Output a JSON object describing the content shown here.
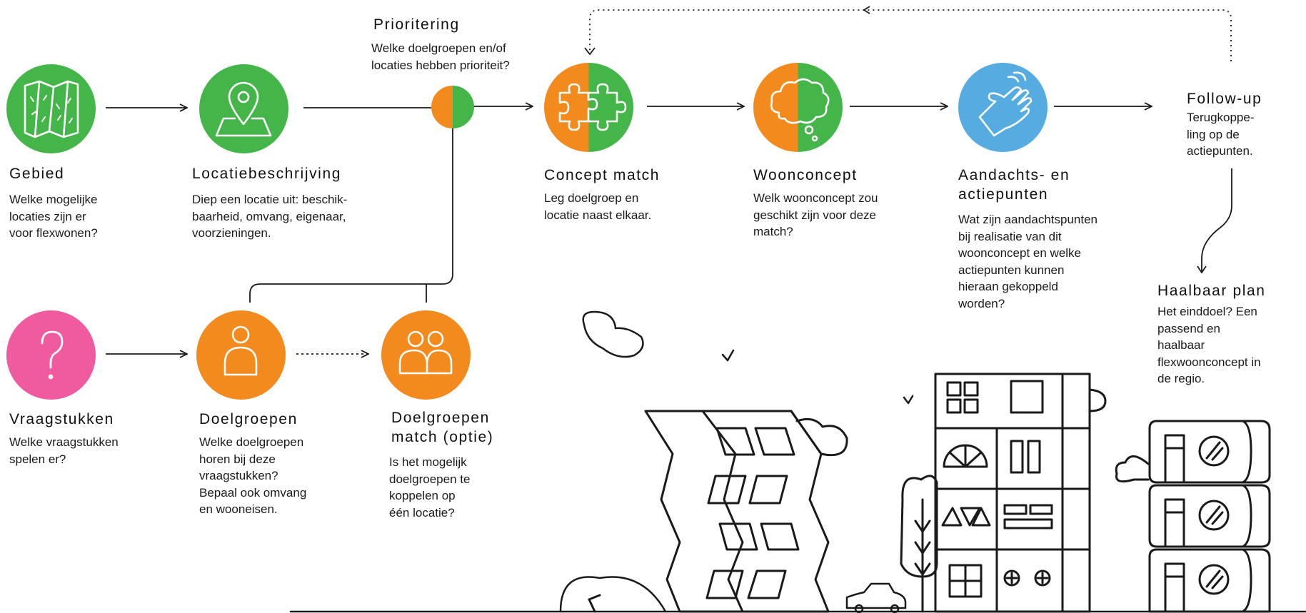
{
  "colors": {
    "green": "#44b649",
    "orange": "#f28a1e",
    "blue": "#56ace1",
    "pink": "#f05a9e",
    "line": "#1a1a1a"
  },
  "steps": {
    "gebied": {
      "title": "Gebied",
      "text": "Welke mogelijke\nlocaties zijn er\nvoor flexwonen?",
      "icon": "folded-map-icon"
    },
    "locatie": {
      "title": "Locatiebeschrijving",
      "text": "Diep een locatie uit: beschik-\nbaarheid, omvang, eigenaar,\nvoorzieningen.",
      "icon": "map-pin-icon"
    },
    "prioritering": {
      "title": "Prioritering",
      "text": "Welke doelgroepen en/of\nlocaties hebben prioriteit?"
    },
    "concept_match": {
      "title": "Concept match",
      "text": "Leg doelgroep en\nlocatie naast elkaar.",
      "icon": "puzzle-icon"
    },
    "woonconcept": {
      "title": "Woonconcept",
      "text": "Welk woonconcept zou\ngeschikt zijn voor deze\nmatch?",
      "icon": "thought-cloud-icon"
    },
    "aandachts": {
      "title": "Aandachts- en",
      "title2": "actiepunten",
      "text": "Wat zijn aandachtspunten\nbij realisatie van dit\nwoonconcept en welke\nactiepunten kunnen\nhieraan gekoppeld\nworden?",
      "icon": "glove-icon"
    },
    "follow_up": {
      "title": "Follow-up",
      "text": "Terugkoppe-\nling op de\nactiepunten."
    },
    "haalbaar": {
      "title": "Haalbaar plan",
      "text": "Het einddoel? Een\npassend en\nhaalbaar\nflexwoonconcept in\nde regio."
    },
    "vraagstukken": {
      "title": "Vraagstukken",
      "text": "Welke vraagstukken\nspelen er?",
      "icon": "question-mark-icon"
    },
    "doelgroepen": {
      "title": "Doelgroepen",
      "text": "Welke doelgroepen\nhoren bij deze\nvraagstukken?\nBepaal ook omvang\nen wooneisen.",
      "icon": "person-icon"
    },
    "doelgroepen_match": {
      "title": "Doelgroepen",
      "title2": "match (optie)",
      "text": "Is het mogelijk\ndoelgroepen te\nkoppelen op\néén locatie?",
      "icon": "two-people-icon"
    }
  }
}
